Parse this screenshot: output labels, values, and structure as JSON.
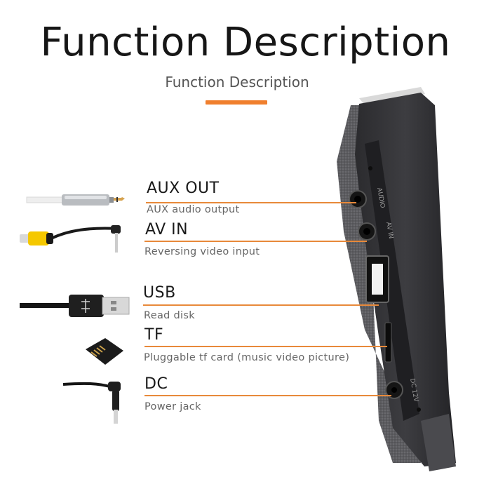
{
  "header": {
    "title": "Function Description",
    "subtitle": "Function Description"
  },
  "colors": {
    "accent": "#f07f2d",
    "line": "#e8893a",
    "device_dark": "#2a2a2c",
    "device_body": "#3a3a3d"
  },
  "features": [
    {
      "label": "AUX OUT",
      "description": "AUX audio output",
      "icon": "aux-cable-icon"
    },
    {
      "label": "AV IN",
      "description": "Reversing video input",
      "icon": "rca-cable-icon"
    },
    {
      "label": "USB",
      "description": "Read disk",
      "icon": "usb-cable-icon"
    },
    {
      "label": "TF",
      "description": "Pluggable tf card (music video picture)",
      "icon": "tf-card-icon"
    },
    {
      "label": "DC",
      "description": "Power jack",
      "icon": "dc-cable-icon"
    }
  ],
  "device_port_labels": [
    "AUDIO",
    "AV IN",
    "DC 12V"
  ]
}
